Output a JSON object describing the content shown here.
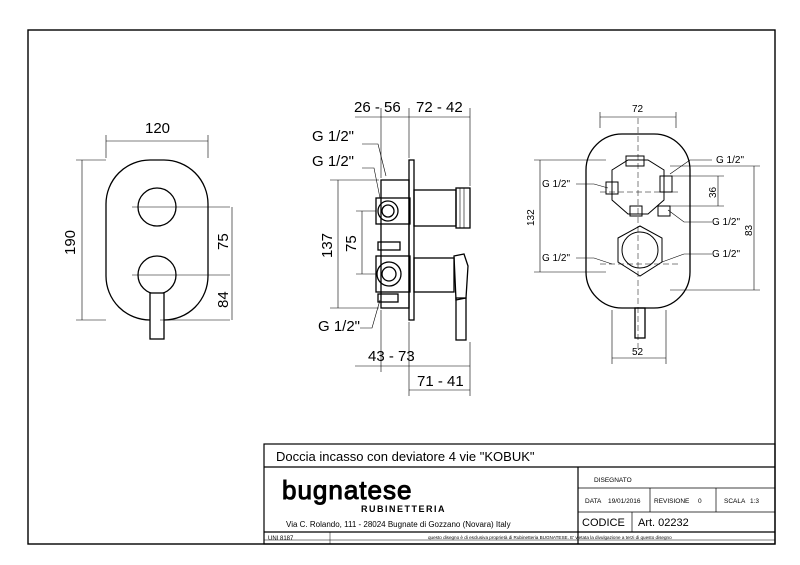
{
  "front_view": {
    "width_label": "120",
    "height_label": "190",
    "handle_spacing_label": "75",
    "lower_offset_label": "84"
  },
  "side_view": {
    "top_left_range": "26 - 56",
    "top_right_range": "72 - 42",
    "conn_1": "G 1/2\"",
    "conn_2": "G 1/2\"",
    "conn_3": "G 1/2\"",
    "body_height": "137",
    "inner_spacing": "75",
    "bottom_range_1": "43 - 73",
    "bottom_range_2": "71 - 41"
  },
  "body_view": {
    "top_width": "72",
    "height_total": "132",
    "height_83": "83",
    "spacing_36": "36",
    "bottom_width": "52",
    "g_tr": "G 1/2\"",
    "g_left1": "G 1/2\"",
    "g_right2": "G 1/2\"",
    "g_left2": "G 1/2\"",
    "g_right3": "G 1/2\""
  },
  "title_block": {
    "product_title": "Doccia incasso con deviatore 4 vie \"KOBUK\"",
    "brand_logo": "bugnatese",
    "brand_sub": "RUBINETTERIA",
    "address": "Via C. Rolando, 111 - 28024 Bugnate di Gozzano (Novara) Italy",
    "designed_label": "DISEGNATO",
    "date_label": "DATA",
    "date_value": "19/01/2016",
    "revision_label": "REVISIONE",
    "revision_value": "0",
    "scale_label": "SCALA",
    "scale_value": "1:3",
    "code_label": "CODICE",
    "article": "Art. 02232",
    "standard": "UNI 8187",
    "legal_notice": "questo disegno è di esclusiva proprietà di Rubinetteria BUGNATESE. E' vietata la divulgazione a terzi di questo disegno"
  }
}
